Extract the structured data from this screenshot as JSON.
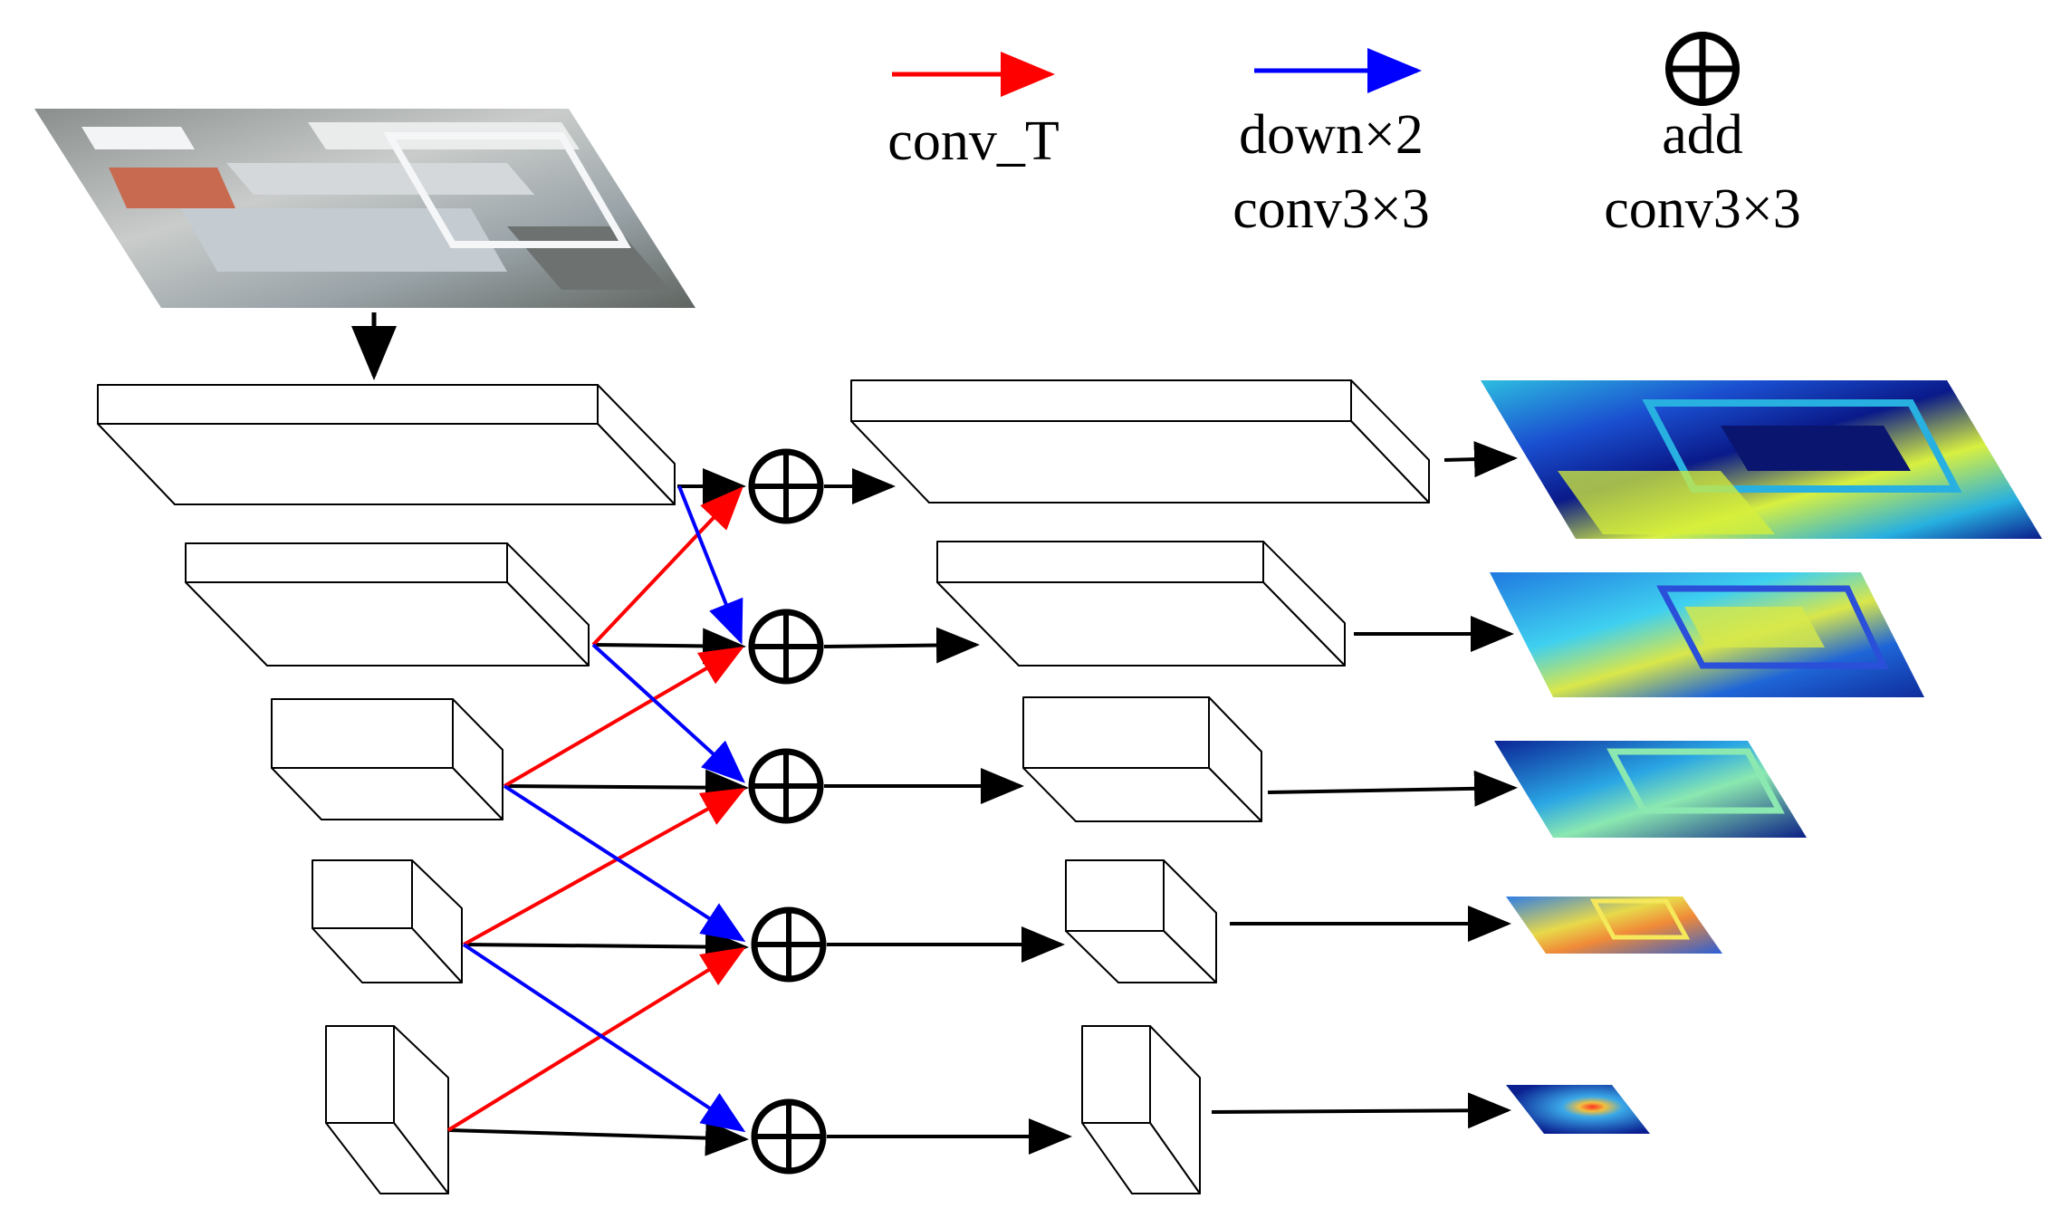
{
  "legend": {
    "conv_t": {
      "label": "conv_T",
      "color": "#ff0000"
    },
    "down": {
      "line1": "down×2",
      "line2": "conv3×3",
      "color": "#0000ff"
    },
    "add": {
      "line1": "add",
      "line2": "conv3×3",
      "icon": "oplus-icon"
    }
  },
  "colors": {
    "arrow_main": "#000000",
    "arrow_upsample": "#ff0000",
    "arrow_downsample": "#0000ff"
  },
  "images": {
    "input": "aerial-photo-industrial-buildings",
    "outputs": [
      "heatmap-level-1",
      "heatmap-level-2",
      "heatmap-level-3",
      "heatmap-level-4",
      "heatmap-level-5"
    ]
  },
  "levels": 5
}
